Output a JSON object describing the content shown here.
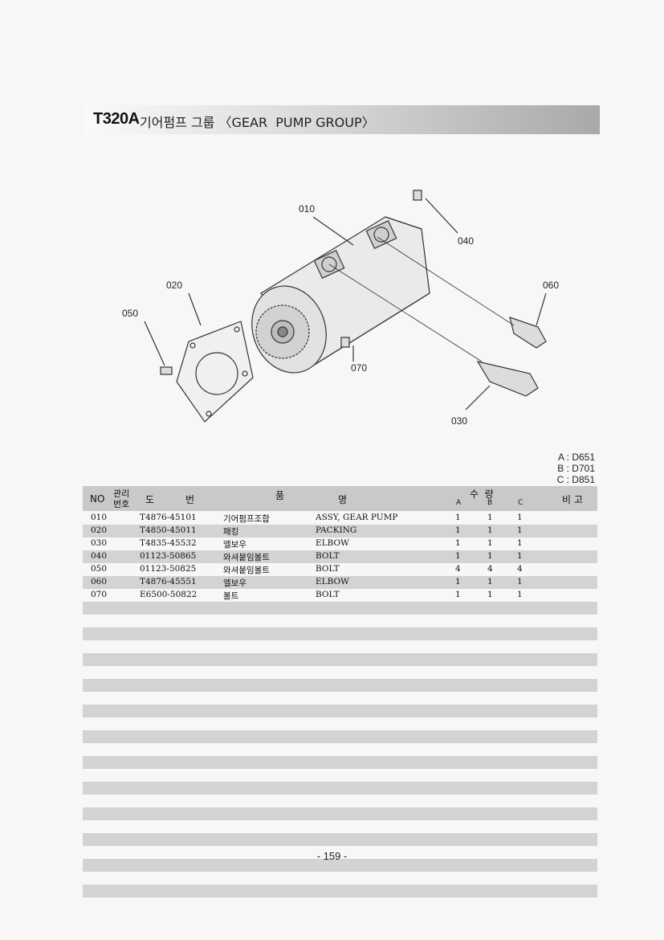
{
  "title": {
    "model": "T320A",
    "rest": "기어펌프 그룹 〈GEAR  PUMP GROUP〉"
  },
  "callouts": [
    "010",
    "040",
    "020",
    "060",
    "050",
    "070",
    "030"
  ],
  "variants": [
    "A : D651",
    "B : D701",
    "C : D851"
  ],
  "table": {
    "headers": {
      "no": "NO",
      "mgmt_top": "관리",
      "mgmt_bottom": "번호",
      "drawing_1": "도",
      "drawing_2": "번",
      "name_1": "품",
      "name_2": "명",
      "qty": "수  량",
      "qty_a": "A",
      "qty_b": "B",
      "qty_c": "C",
      "remarks": "비 고"
    },
    "rows": [
      {
        "no": "010",
        "part": "T4876-45101",
        "kor": "기어펌프조합",
        "eng": "ASSY, GEAR PUMP",
        "a": "1",
        "b": "1",
        "c": "1"
      },
      {
        "no": "020",
        "part": "T4850-45011",
        "kor": "패킹",
        "eng": "PACKING",
        "a": "1",
        "b": "1",
        "c": "1"
      },
      {
        "no": "030",
        "part": "T4835-45532",
        "kor": "엘보우",
        "eng": "ELBOW",
        "a": "1",
        "b": "1",
        "c": "1"
      },
      {
        "no": "040",
        "part": "01123-50865",
        "kor": "와셔붙임볼트",
        "eng": "BOLT",
        "a": "1",
        "b": "1",
        "c": "1"
      },
      {
        "no": "050",
        "part": "01123-50825",
        "kor": "와셔붙임볼트",
        "eng": "BOLT",
        "a": "4",
        "b": "4",
        "c": "4"
      },
      {
        "no": "060",
        "part": "T4876-45551",
        "kor": "엘보우",
        "eng": "ELBOW",
        "a": "1",
        "b": "1",
        "c": "1"
      },
      {
        "no": "070",
        "part": "E6500-50822",
        "kor": "볼트",
        "eng": "BOLT",
        "a": "1",
        "b": "1",
        "c": "1"
      }
    ]
  },
  "page_number": "- 159 -"
}
